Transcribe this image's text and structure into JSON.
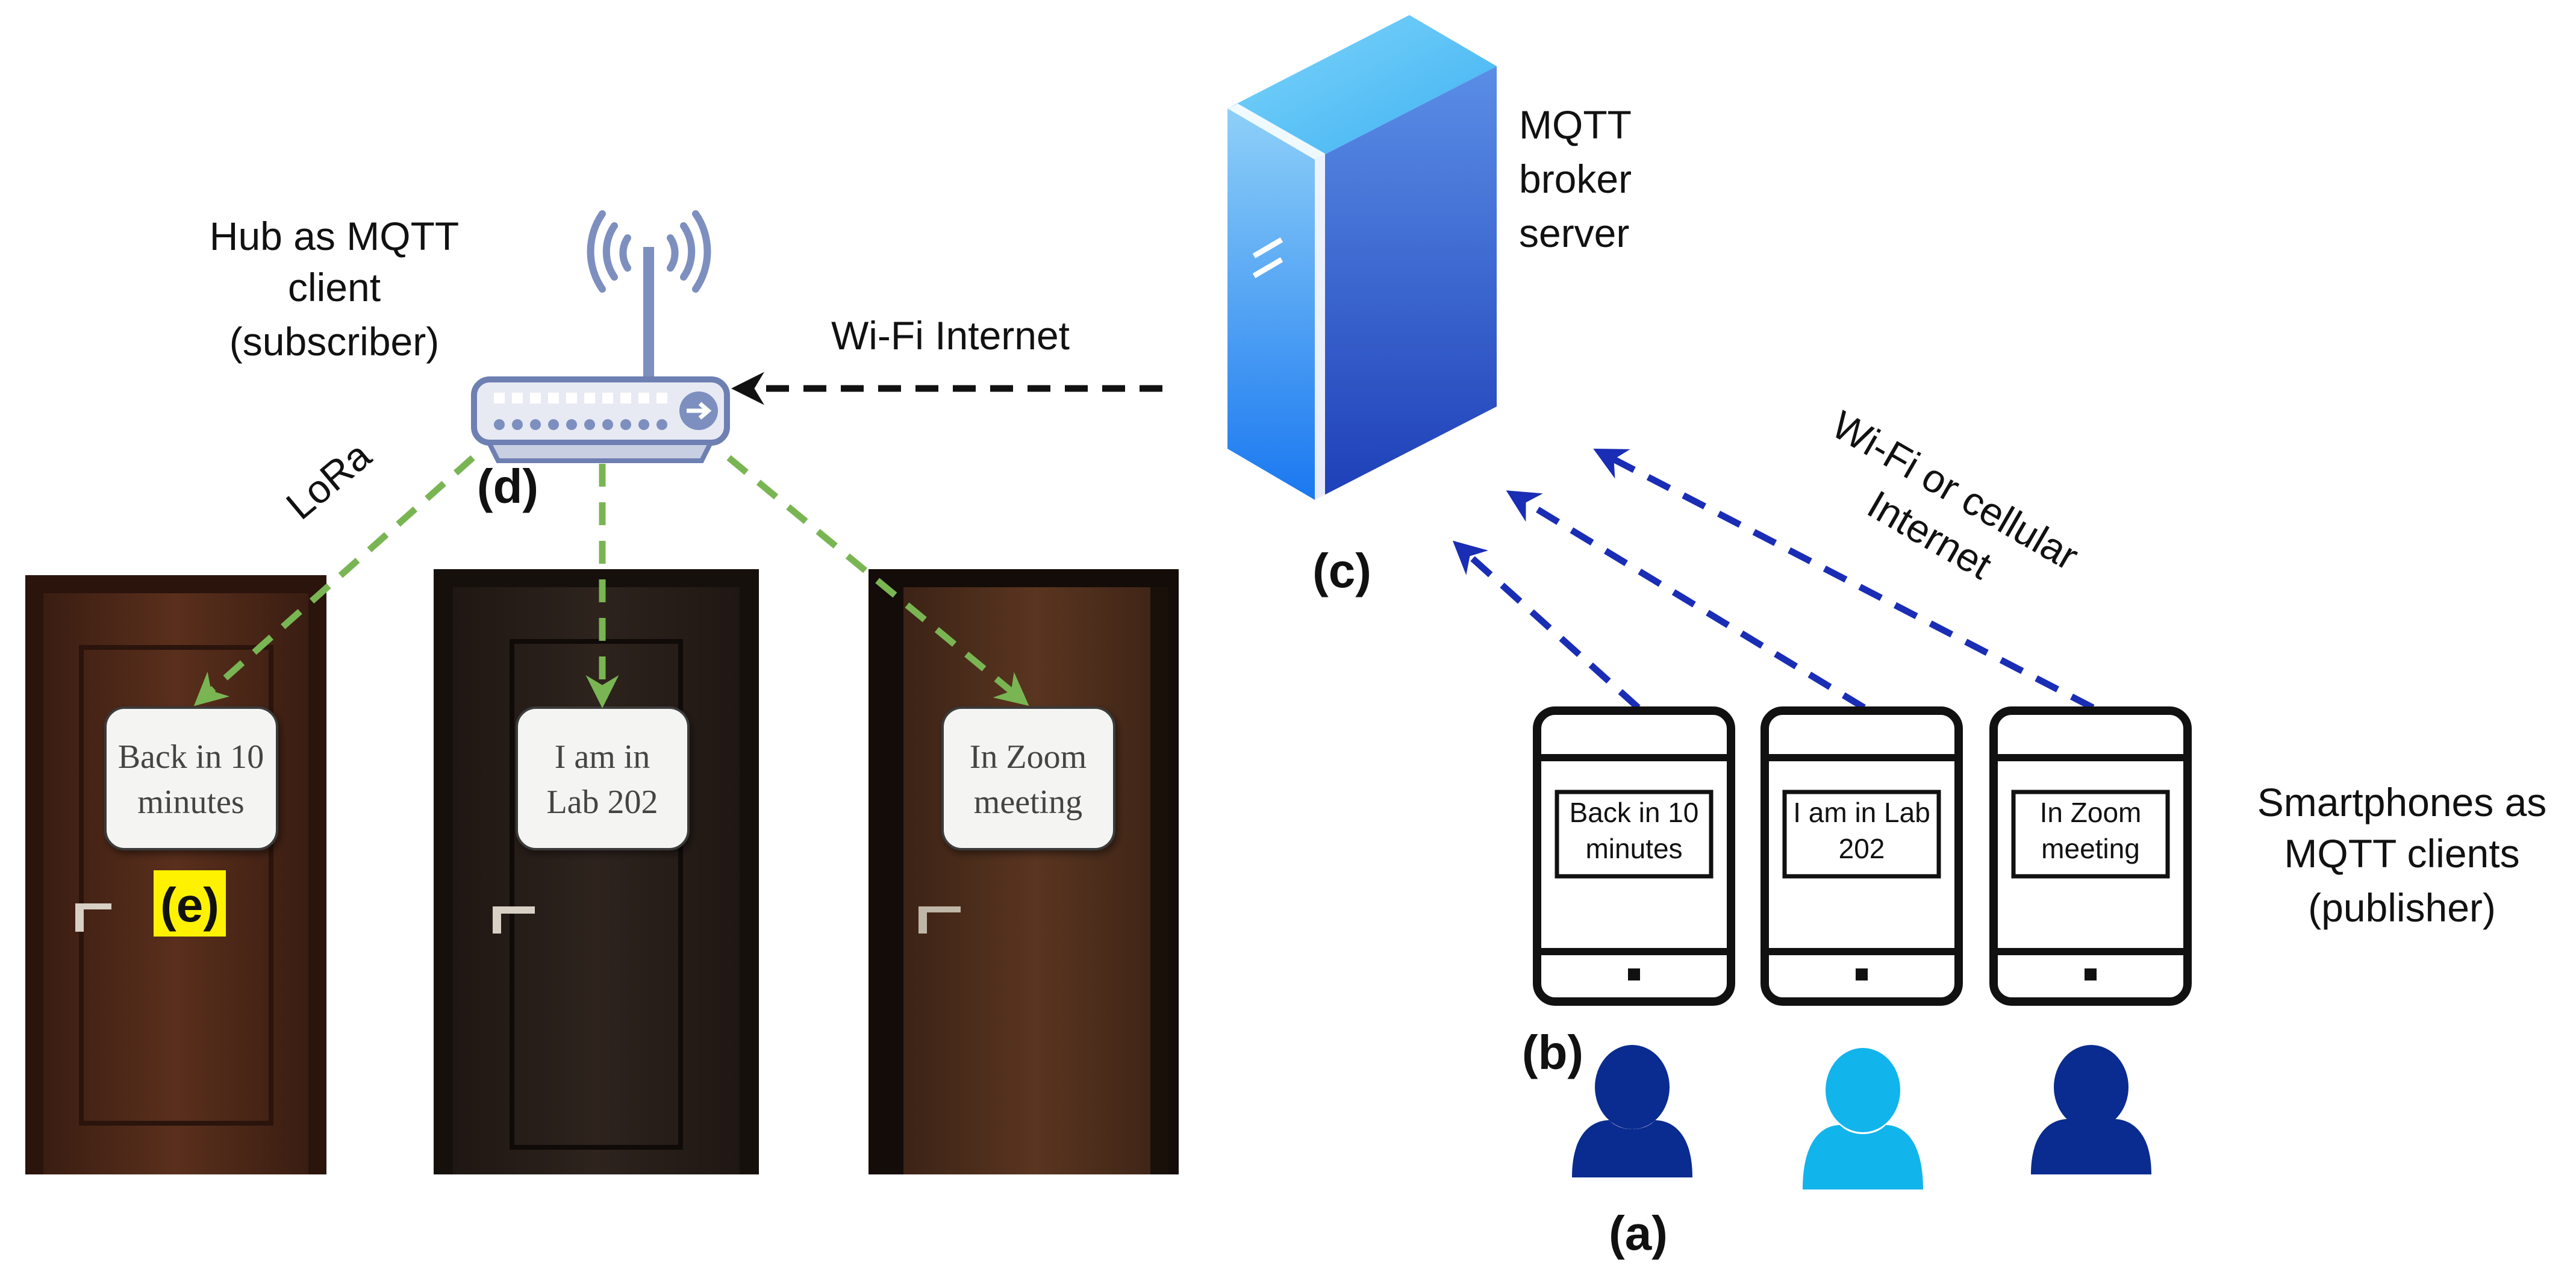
{
  "hub": {
    "lines": [
      "Hub as MQTT",
      "client",
      "(subscriber)"
    ],
    "tag": "(d)"
  },
  "broker": {
    "lines": [
      "MQTT",
      "broker",
      "server"
    ],
    "tag": "(c)"
  },
  "links": {
    "wifi_internet": "Wi-Fi Internet",
    "lora": "LoRa",
    "cellular": [
      "Wi-Fi or cellular",
      "Internet"
    ]
  },
  "doors": [
    {
      "sign": [
        "Back in 10",
        "minutes"
      ]
    },
    {
      "sign": [
        "I am in",
        "Lab 202"
      ]
    },
    {
      "sign": [
        "In Zoom",
        "meeting"
      ]
    }
  ],
  "door_tag": "(e)",
  "phones": [
    {
      "screen": [
        "Back in 10",
        "minutes"
      ]
    },
    {
      "screen": [
        "I am in Lab",
        "202"
      ]
    },
    {
      "screen": [
        "In Zoom",
        "meeting"
      ]
    }
  ],
  "phones_tag": "(b)",
  "smartphones": {
    "lines": [
      "Smartphones as",
      "MQTT clients",
      "(publisher)"
    ]
  },
  "users_tag": "(a)",
  "colors": {
    "green_link": "#7ab554",
    "blue_link": "#1a2db5",
    "black_link": "#111111",
    "user_dark": "#0a2b8f",
    "user_light": "#12b4ec",
    "tag_highlight": "#fff200"
  }
}
